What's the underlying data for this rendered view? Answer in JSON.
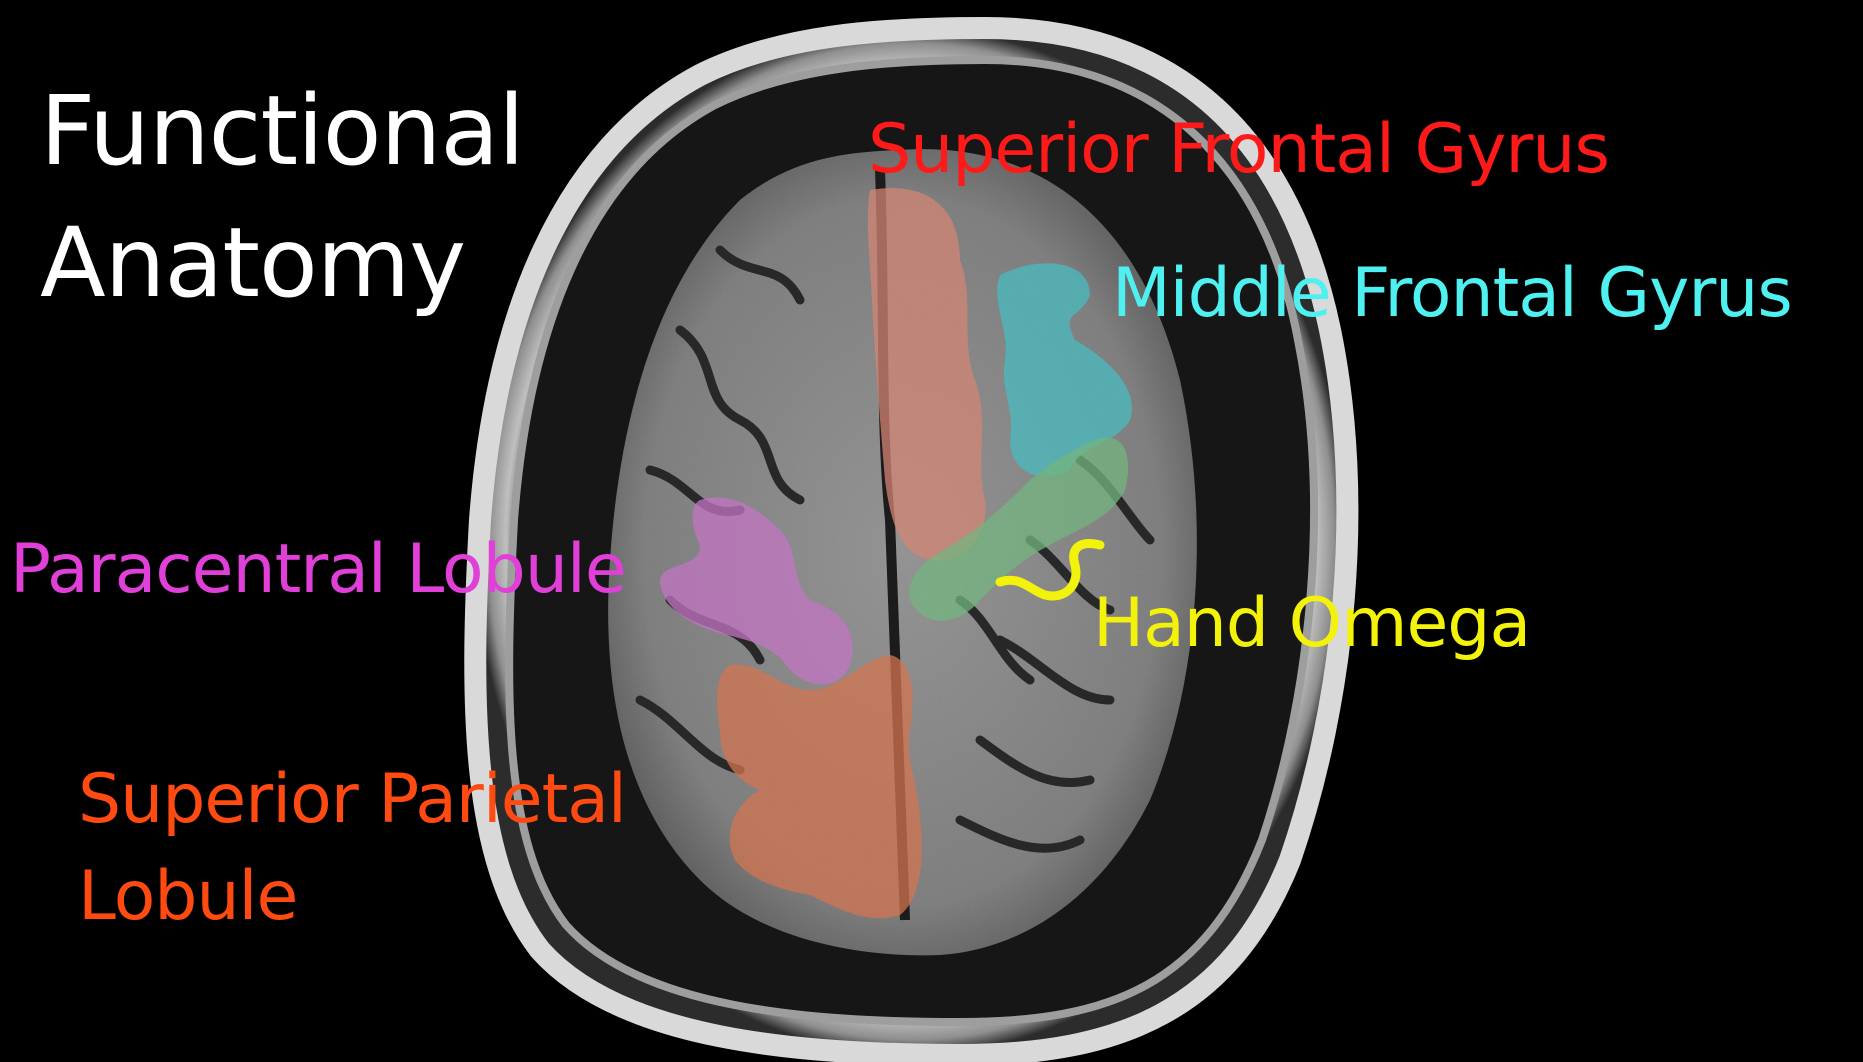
{
  "title": {
    "line1": "Functional",
    "line2": "Anatomy"
  },
  "labels": {
    "superior_frontal_gyrus": {
      "text": "Superior Frontal Gyrus",
      "color": "#ff1a1a"
    },
    "middle_frontal_gyrus": {
      "text": "Middle Frontal Gyrus",
      "color": "#4ff0f0"
    },
    "paracentral_lobule": {
      "text": "Paracentral Lobule",
      "color": "#e040d8"
    },
    "hand_omega": {
      "text": "Hand Omega",
      "color": "#f2f20a"
    },
    "superior_parietal_lobule": {
      "line1": "Superior Parietal",
      "line2": "Lobule",
      "color": "#ff4a12"
    }
  },
  "regions": {
    "superior_frontal_gyrus": "#d08070",
    "middle_frontal_gyrus": "#45b8bc",
    "precentral_green": "#6fb27a",
    "paracentral_lobule": "#c070c0",
    "superior_parietal_lobule": "#d0704e",
    "hand_omega_marker": "#f2f20a"
  }
}
